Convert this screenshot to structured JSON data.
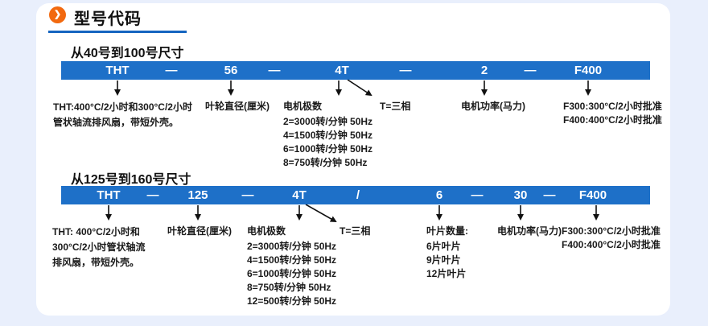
{
  "header": {
    "title": "型号代码",
    "chevron_icon": "❯"
  },
  "colors": {
    "page_background": "#e9effc",
    "bar_blue": "#1e70c8",
    "underline_blue": "#1565c0",
    "badge_orange": "#f2690f"
  },
  "section1": {
    "title": "从40号到100号尺寸",
    "bar_segments": [
      "THT",
      "—",
      "56",
      "—",
      "4T",
      "—",
      "2",
      "—",
      "F400"
    ],
    "annotations": {
      "tht": [
        "THT:400°C/2小时和300°C/2小时",
        "管状轴流排风扇，带短外壳。"
      ],
      "diameter": [
        "叶轮直径(厘米)"
      ],
      "poles": [
        "电机极数",
        "2=3000转/分钟 50Hz",
        "4=1500转/分钟 50Hz",
        "6=1000转/分钟 50Hz",
        "8=750转/分钟 50Hz"
      ],
      "phase": [
        "T=三相"
      ],
      "power": [
        "电机功率(马力)"
      ],
      "rating": [
        "F300:300°C/2小时批准",
        "F400:400°C/2小时批准"
      ]
    }
  },
  "section2": {
    "title": "从125号到160号尺寸",
    "bar_segments": [
      "THT",
      "—",
      "125",
      "—",
      "4T",
      "/",
      "6",
      "—",
      "30",
      "—",
      "F400"
    ],
    "annotations": {
      "tht": [
        "THT: 400°C/2小时和",
        "300°C/2小时管状轴流",
        "排风扇，带短外壳。"
      ],
      "diameter": [
        "叶轮直径(厘米)"
      ],
      "poles": [
        "电机极数",
        "2=3000转/分钟 50Hz",
        "4=1500转/分钟 50Hz",
        "6=1000转/分钟 50Hz",
        "8=750转/分钟 50Hz",
        "12=500转/分钟 50Hz"
      ],
      "phase": [
        "T=三相"
      ],
      "blades": [
        "叶片数量:",
        "6片叶片",
        "9片叶片",
        "12片叶片"
      ],
      "power": [
        "电机功率(马力)"
      ],
      "rating": [
        "F300:300°C/2小时批准",
        "F400:400°C/2小时批准"
      ]
    }
  }
}
